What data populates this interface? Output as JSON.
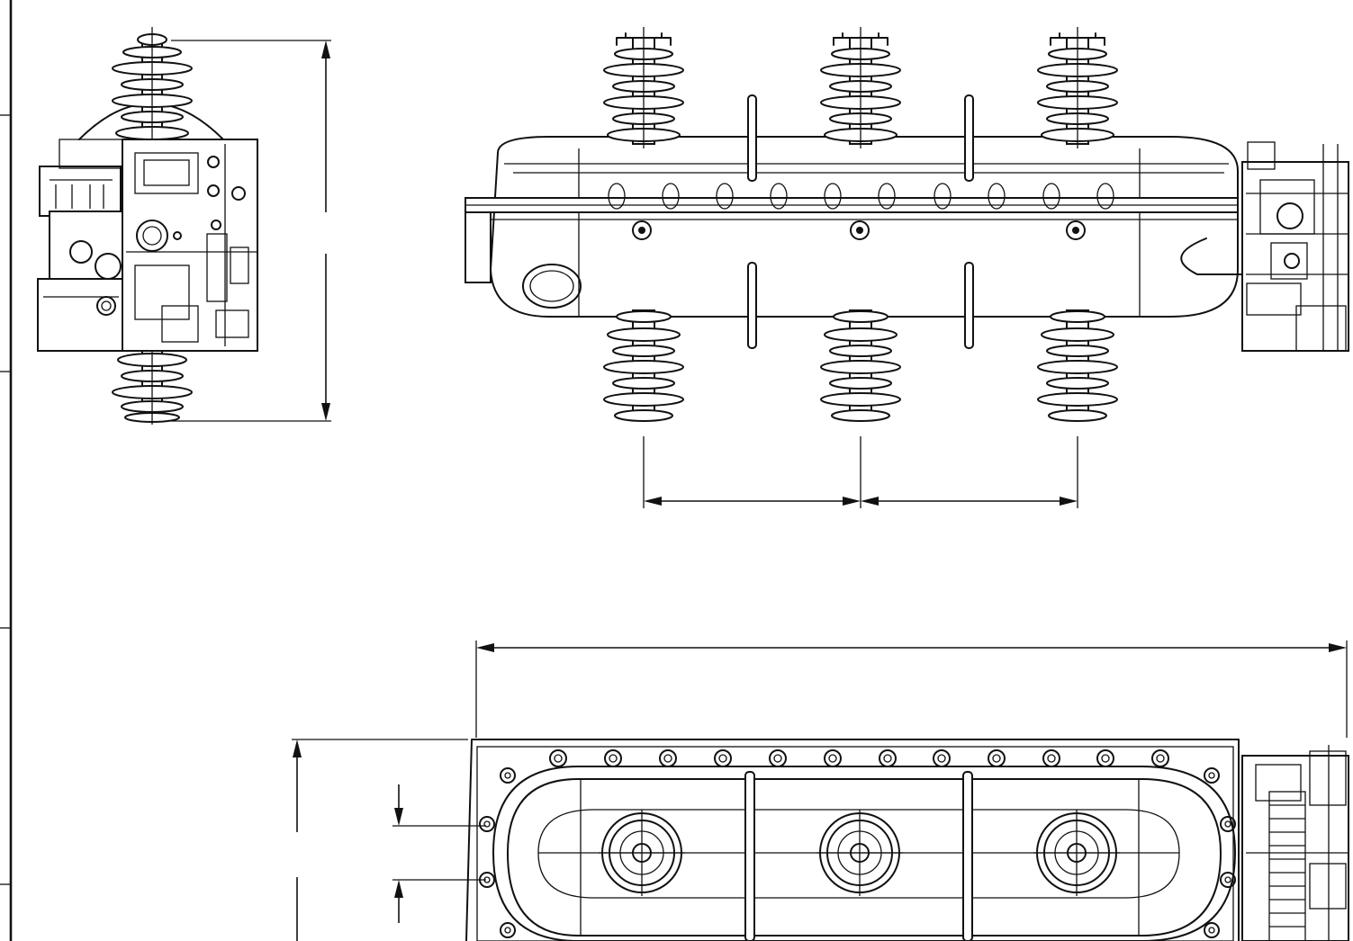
{
  "drawing": {
    "views": [
      "side-view",
      "front-view",
      "top-view"
    ],
    "front_view": {
      "upper_bushings": 3,
      "lower_bushings": 3,
      "sheds_per_bushing": 6
    },
    "top_view": {
      "bushing_caps": 3,
      "flange_bolts_top_row": 12
    },
    "colors": {
      "line": "#111111",
      "background": "#ffffff"
    }
  }
}
